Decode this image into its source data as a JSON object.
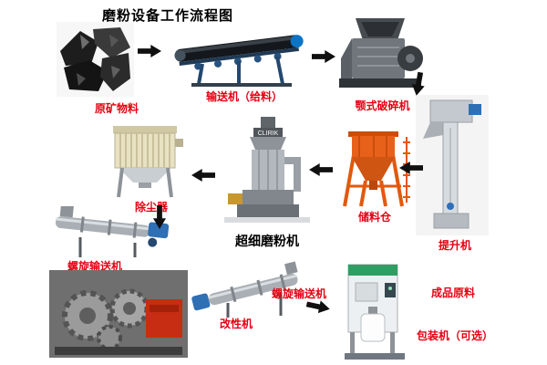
{
  "title": "磨粉设备工作流程图",
  "colors": {
    "label": "#e60012",
    "title": "#000000",
    "arrow": "#101010",
    "silo_orange": "#e2590e"
  },
  "nodes": {
    "raw_ore": {
      "label": "原矿物料",
      "icon": "raw-ore-photo"
    },
    "feeder_conveyor": {
      "label": "输送机（给料）",
      "icon": "belt-conveyor-photo"
    },
    "jaw_crusher": {
      "label": "颚式破碎机",
      "icon": "jaw-crusher-photo"
    },
    "bucket_elevator": {
      "label": "提升机",
      "icon": "bucket-elevator-photo"
    },
    "storage_silo": {
      "label": "储料仓",
      "icon": "storage-silo-photo"
    },
    "grinding_mill": {
      "label": "超细磨粉机",
      "brand": "CLIRIK",
      "icon": "grinding-mill-photo"
    },
    "dust_collector": {
      "label": "除尘器",
      "icon": "dust-collector-photo"
    },
    "screw_conveyor_left": {
      "label": "螺旋输送机",
      "icon": "screw-conveyor-photo"
    },
    "modifier": {
      "label": "改性机",
      "icon": "modifier-machine-photo"
    },
    "screw_conveyor_bottom": {
      "label": "螺旋输送机",
      "icon": "screw-conveyor-photo"
    },
    "packing_machine": {
      "label": "包装机（可选）",
      "icon": "packing-machine-photo"
    },
    "finished_product": {
      "label": "成品原料"
    }
  },
  "flow": [
    {
      "from": "raw_ore",
      "to": "feeder_conveyor"
    },
    {
      "from": "feeder_conveyor",
      "to": "jaw_crusher"
    },
    {
      "from": "jaw_crusher",
      "to": "bucket_elevator"
    },
    {
      "from": "bucket_elevator",
      "to": "storage_silo"
    },
    {
      "from": "storage_silo",
      "to": "grinding_mill"
    },
    {
      "from": "grinding_mill",
      "to": "dust_collector"
    },
    {
      "from": "dust_collector",
      "to": "screw_conveyor_left"
    },
    {
      "from": "screw_conveyor_left",
      "to": "modifier"
    },
    {
      "from": "modifier",
      "to": "screw_conveyor_bottom"
    },
    {
      "from": "screw_conveyor_bottom",
      "to": "packing_machine"
    },
    {
      "from": "packing_machine",
      "to": "finished_product"
    }
  ]
}
